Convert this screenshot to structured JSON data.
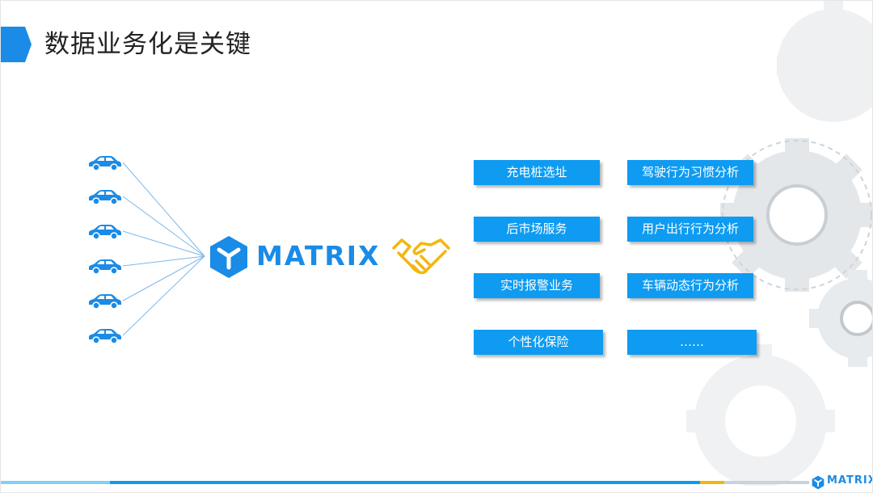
{
  "slide": {
    "title": "数据业务化是关键",
    "logo_text": "MATRIX",
    "footer_logo_text": "MATRIX"
  },
  "sources": {
    "icon": "car-icon",
    "count": 6
  },
  "partnership_icon": "handshake-icon",
  "services": {
    "left": [
      "充电桩选址",
      "后市场服务",
      "实时报警业务",
      "个性化保险"
    ],
    "right": [
      "驾驶行为习惯分析",
      "用户出行行为分析",
      "车辆动态行为分析",
      "……"
    ]
  },
  "colors": {
    "accent": "#1a8be6",
    "tag_bg": "#0e9bf1",
    "handshake": "#f2b70f",
    "gears": "#e4e7ea"
  }
}
